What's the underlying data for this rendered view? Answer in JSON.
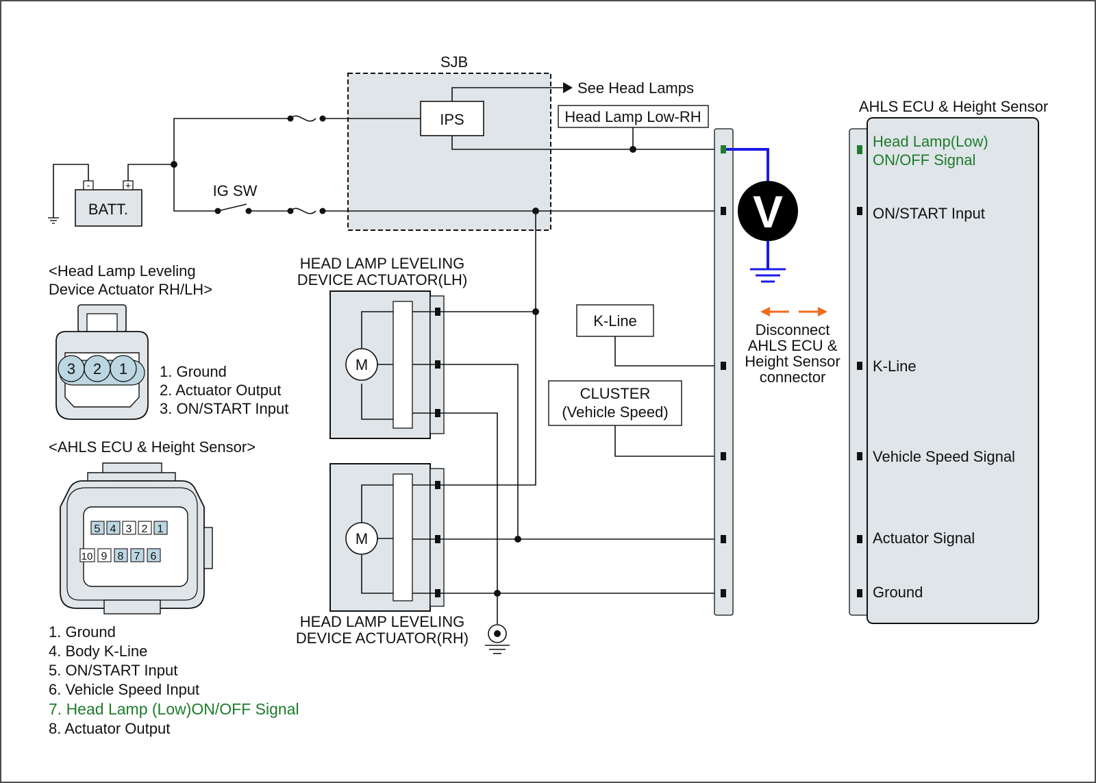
{
  "sjb": {
    "label": "SJB",
    "ips": "IPS",
    "see_head_lamps": "See Head Lamps",
    "head_lamp_low_rh": "Head Lamp Low-RH"
  },
  "battery": {
    "label": "BATT.",
    "minus": "-",
    "plus": "+"
  },
  "ig_sw": "IG SW",
  "actuator_connector": {
    "title_line1": "<Head Lamp Leveling",
    "title_line2": "Device Actuator RH/LH>",
    "pins": [
      "3",
      "2",
      "1"
    ],
    "legend": [
      "1. Ground",
      "2. Actuator Output",
      "3. ON/START Input"
    ]
  },
  "ecu_connector": {
    "title": "<AHLS ECU & Height Sensor>",
    "top_pins": [
      "5",
      "4",
      "3",
      "2",
      "1"
    ],
    "bottom_pins": [
      "10",
      "9",
      "8",
      "7",
      "6"
    ],
    "legend": [
      "1. Ground",
      "4. Body K-Line",
      "5. ON/START Input",
      "6. Vehicle Speed Input",
      "7. Head Lamp (Low)ON/OFF Signal",
      "8. Actuator Output"
    ],
    "highlight_color": "#1e7b2c"
  },
  "actuator_lh": {
    "line1": "HEAD LAMP LEVELING",
    "line2": "DEVICE ACTUATOR(LH)",
    "motor": "M"
  },
  "actuator_rh": {
    "line1": "HEAD LAMP LEVELING",
    "line2": "DEVICE ACTUATOR(RH)",
    "motor": "M"
  },
  "k_line_box": "K-Line",
  "cluster": {
    "line1": "CLUSTER",
    "line2": "(Vehicle Speed)"
  },
  "voltmeter": "V",
  "disconnect_note": [
    "Disconnect",
    "AHLS ECU &",
    "Height Sensor",
    "connector"
  ],
  "ecu": {
    "title": "AHLS ECU & Height Sensor",
    "signals": [
      "Head Lamp(Low)",
      "ON/OFF Signal",
      "ON/START Input",
      "K-Line",
      "Vehicle Speed Signal",
      "Actuator Signal",
      "Ground"
    ]
  },
  "colors": {
    "probe": "#1a1ae6",
    "arrow": "#f26b1d",
    "signal_green": "#1e7b2c",
    "panel": "#dfe5e8"
  }
}
